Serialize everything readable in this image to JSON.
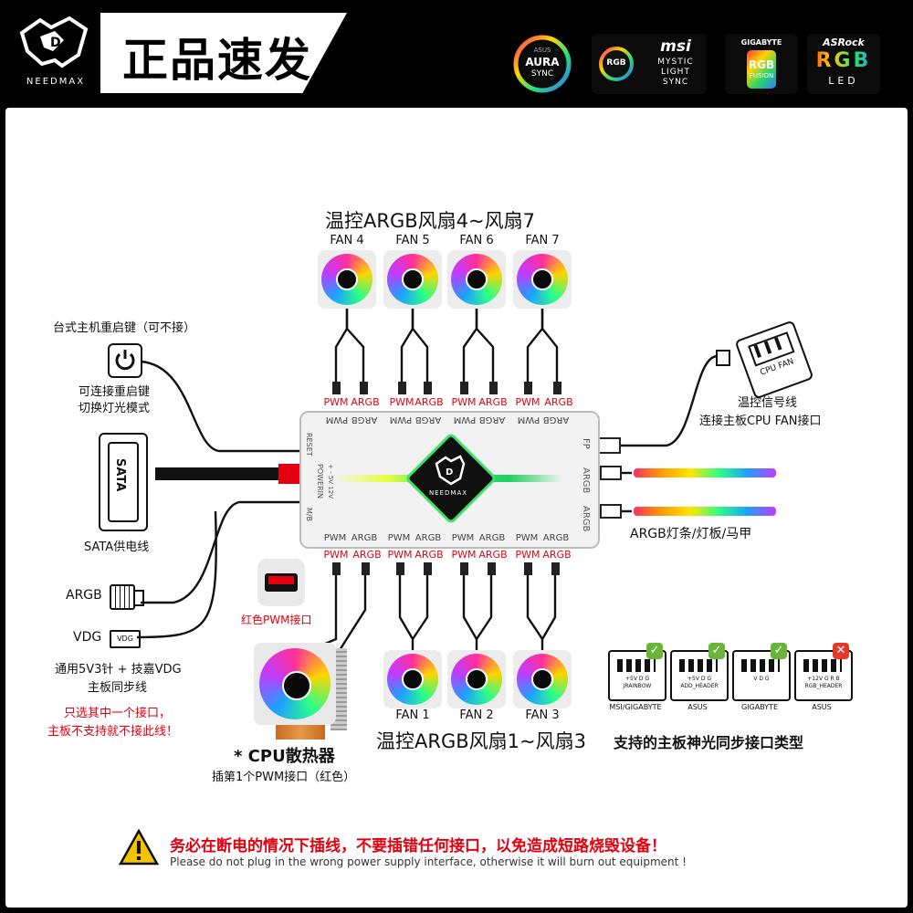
{
  "header": {
    "brand": "NEEDMAX",
    "title": "正品速发",
    "sync_logos": [
      {
        "brand": "ASUS",
        "line1": "AURA",
        "line2": "SYNC"
      },
      {
        "brand": "msi",
        "line1": "MYSTIC",
        "line2": "LIGHT",
        "line3": "SYNC",
        "badge": "RGB"
      },
      {
        "brand": "GIGABYTE",
        "line1": "RGB",
        "line2": "FUSION"
      },
      {
        "brand": "ASRock",
        "line1": "RGB",
        "line2": "LED"
      }
    ]
  },
  "top_group": {
    "title": "温控ARGB风扇4~风扇7",
    "fans": [
      "FAN 4",
      "FAN 5",
      "FAN 6",
      "FAN 7"
    ],
    "plug_labels": [
      "PWM",
      "ARGB",
      "PWM",
      "ARGB",
      "PWM",
      "ARGB",
      "PWM",
      "ARGB"
    ]
  },
  "bottom_group": {
    "title": "温控ARGB风扇1~风扇3",
    "fans": [
      "FAN 1",
      "FAN 2",
      "FAN 3"
    ],
    "plug_labels": [
      "PWM",
      "ARGB",
      "PWM",
      "ARGB",
      "PWM",
      "ARGB",
      "PWM",
      "ARGB"
    ],
    "cpu_port_label": "红色PWM接口",
    "cpu_cooler": "* CPU散热器",
    "cpu_note": "插第1个PWM接口（红色）"
  },
  "hub": {
    "top_ports": [
      "PWM",
      "ARGB",
      "PWM",
      "ARGB",
      "PWM",
      "ARGB",
      "PWM",
      "ARGB"
    ],
    "bottom_ports": [
      "PWM",
      "ARGB",
      "PWM",
      "ARGB",
      "PWM",
      "ARGB",
      "PWM",
      "ARGB"
    ],
    "left_ports": [
      "RESET",
      "POWERIN",
      "M/B"
    ],
    "power_sub": "+  -  5V  12V",
    "right_ports": [
      "FP",
      "ARGB",
      "ARGB"
    ],
    "logo": "NEEDMAX"
  },
  "left_side": {
    "reset_title": "台式主机重启键（可不接）",
    "reset_note_1": "可连接重启键",
    "reset_note_2": "切换灯光模式",
    "sata_label": "SATA",
    "sata_caption": "SATA供电线",
    "argb_label": "ARGB",
    "vdg_label": "VDG",
    "vdg_small": "VDG",
    "sync_note_1": "通用5V3针 + 技嘉VDG",
    "sync_note_2": "主板同步线",
    "warn_note_1": "只选其中一个接口，",
    "warn_note_2": "主板不支持就不接此线！"
  },
  "right_side": {
    "cpu_fan_label": "CPU FAN",
    "signal_1": "温控信号线",
    "signal_2": "连接主板CPU FAN接口",
    "strip_caption": "ARGB灯条/灯板/马甲"
  },
  "headers_section": {
    "title": "支持的主板神光同步接口类型",
    "types": [
      {
        "name": "MSI/GIGABYTE",
        "pins": "+5V D G  JRAINBOW",
        "ok": true
      },
      {
        "name": "ASUS",
        "pins": "+5V D G  ADD_HEADER",
        "ok": true
      },
      {
        "name": "GIGABYTE",
        "pins": "V D G",
        "ok": true
      },
      {
        "name": "ASUS",
        "pins": "+12V G R B  RGB_HEADER",
        "ok": false
      }
    ]
  },
  "warning": {
    "cn": "务必在断电的情况下插线，不要插错任何接口，以免造成短路烧毁设备！",
    "en": "Please do not plug in the wrong power supply interface, otherwise it will burn out equipment !"
  }
}
